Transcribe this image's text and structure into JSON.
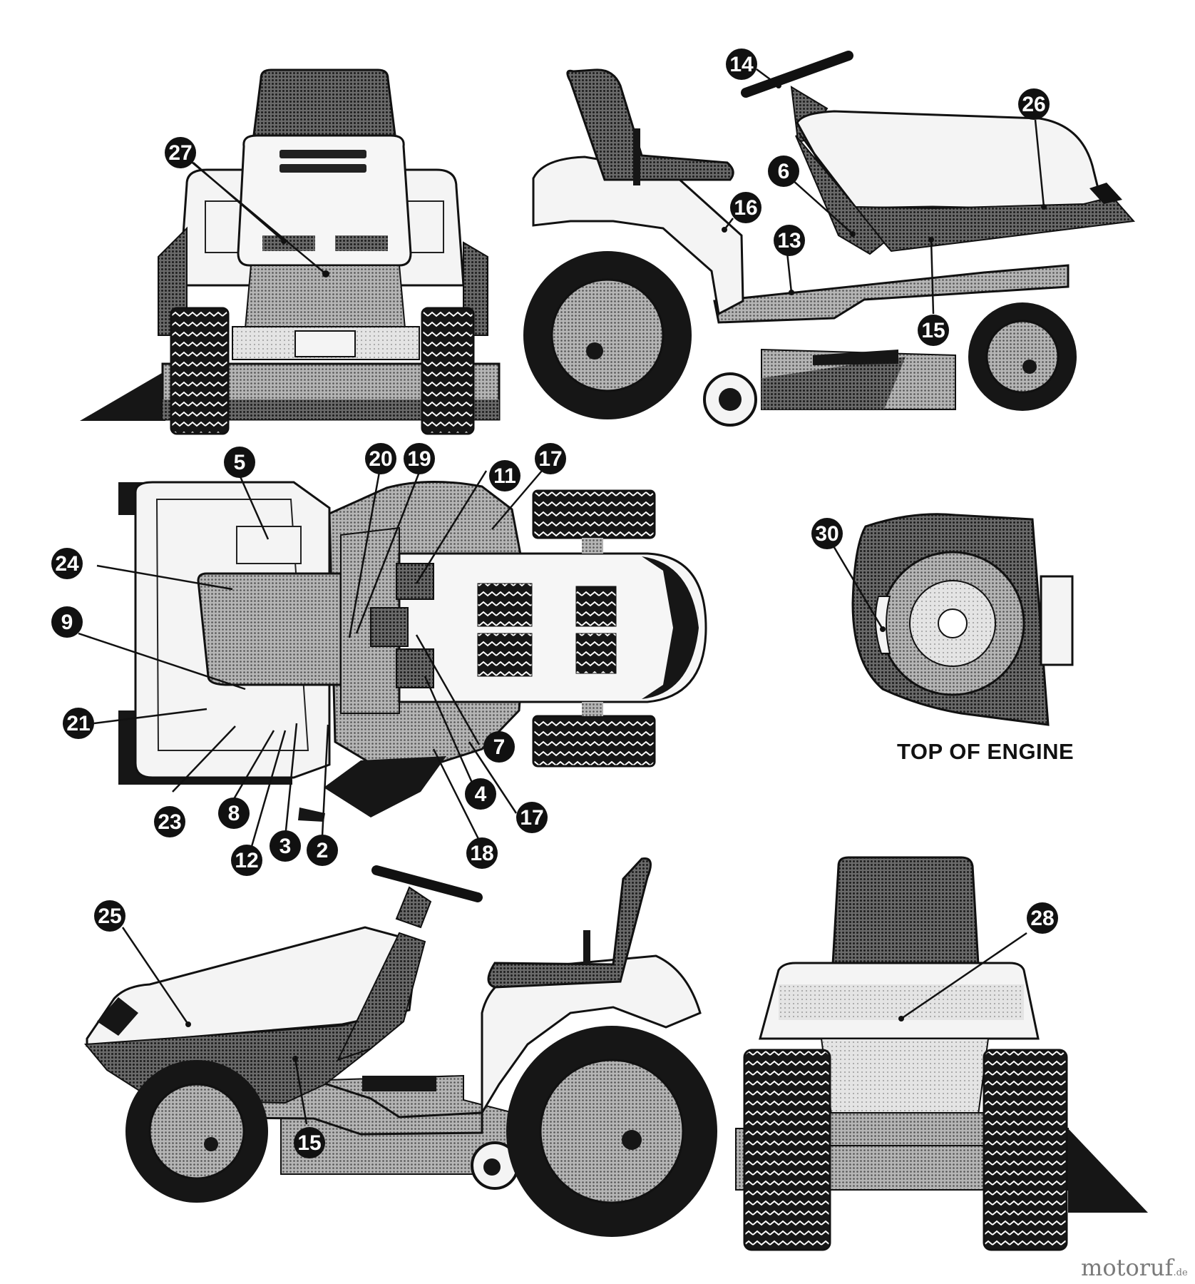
{
  "caption": "TOP OF ENGINE",
  "watermark": {
    "name": "motoruf",
    "tld": ".de"
  },
  "colors": {
    "ink": "#111111",
    "dark": "#4a4a4a",
    "medium": "#8c8c8c",
    "light": "#c9c9c9",
    "paper": "#ffffff"
  },
  "callouts": [
    {
      "id": "27",
      "label": "27"
    },
    {
      "id": "14",
      "label": "14"
    },
    {
      "id": "26",
      "label": "26"
    },
    {
      "id": "6",
      "label": "6"
    },
    {
      "id": "16",
      "label": "16"
    },
    {
      "id": "13",
      "label": "13"
    },
    {
      "id": "15a",
      "label": "15"
    },
    {
      "id": "5",
      "label": "5"
    },
    {
      "id": "20",
      "label": "20"
    },
    {
      "id": "19",
      "label": "19"
    },
    {
      "id": "11",
      "label": "11"
    },
    {
      "id": "17a",
      "label": "17"
    },
    {
      "id": "24",
      "label": "24"
    },
    {
      "id": "9",
      "label": "9"
    },
    {
      "id": "21",
      "label": "21"
    },
    {
      "id": "7",
      "label": "7"
    },
    {
      "id": "4",
      "label": "4"
    },
    {
      "id": "17b",
      "label": "17"
    },
    {
      "id": "23",
      "label": "23"
    },
    {
      "id": "8",
      "label": "8"
    },
    {
      "id": "18",
      "label": "18"
    },
    {
      "id": "12",
      "label": "12"
    },
    {
      "id": "3",
      "label": "3"
    },
    {
      "id": "2",
      "label": "2"
    },
    {
      "id": "30",
      "label": "30"
    },
    {
      "id": "25",
      "label": "25"
    },
    {
      "id": "28",
      "label": "28"
    },
    {
      "id": "15b",
      "label": "15"
    }
  ]
}
